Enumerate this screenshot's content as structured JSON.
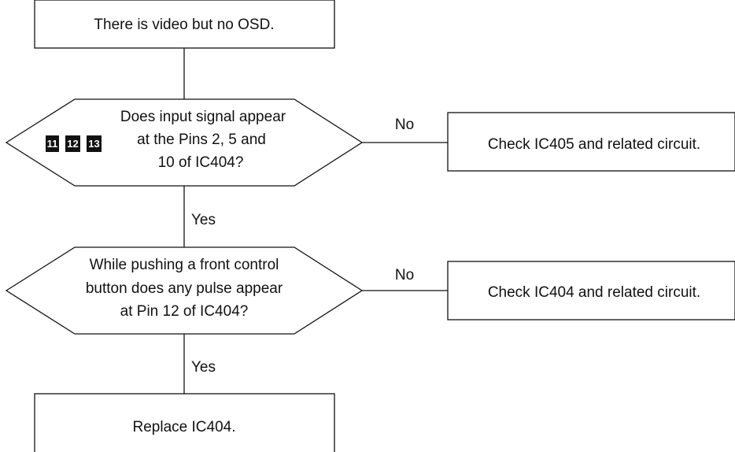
{
  "nodes": {
    "start": {
      "text": "There is video but no OSD."
    },
    "decision1": {
      "lines": [
        "Does input signal appear",
        "at the Pins 2, 5 and",
        "10 of IC404?"
      ],
      "badges": [
        "11",
        "12",
        "13"
      ]
    },
    "action1": {
      "text": "Check IC405 and related circuit."
    },
    "decision2": {
      "lines": [
        "While pushing a front control",
        "button does any pulse appear",
        "at Pin 12 of IC404?"
      ]
    },
    "action2": {
      "text": "Check IC404 and related circuit."
    },
    "end": {
      "text": "Replace IC404."
    }
  },
  "edges": {
    "d1_no": "No",
    "d1_yes": "Yes",
    "d2_no": "No",
    "d2_yes": "Yes"
  },
  "colors": {
    "stroke": "#111111",
    "badge_bg": "#111111",
    "background": "#ffffff"
  }
}
